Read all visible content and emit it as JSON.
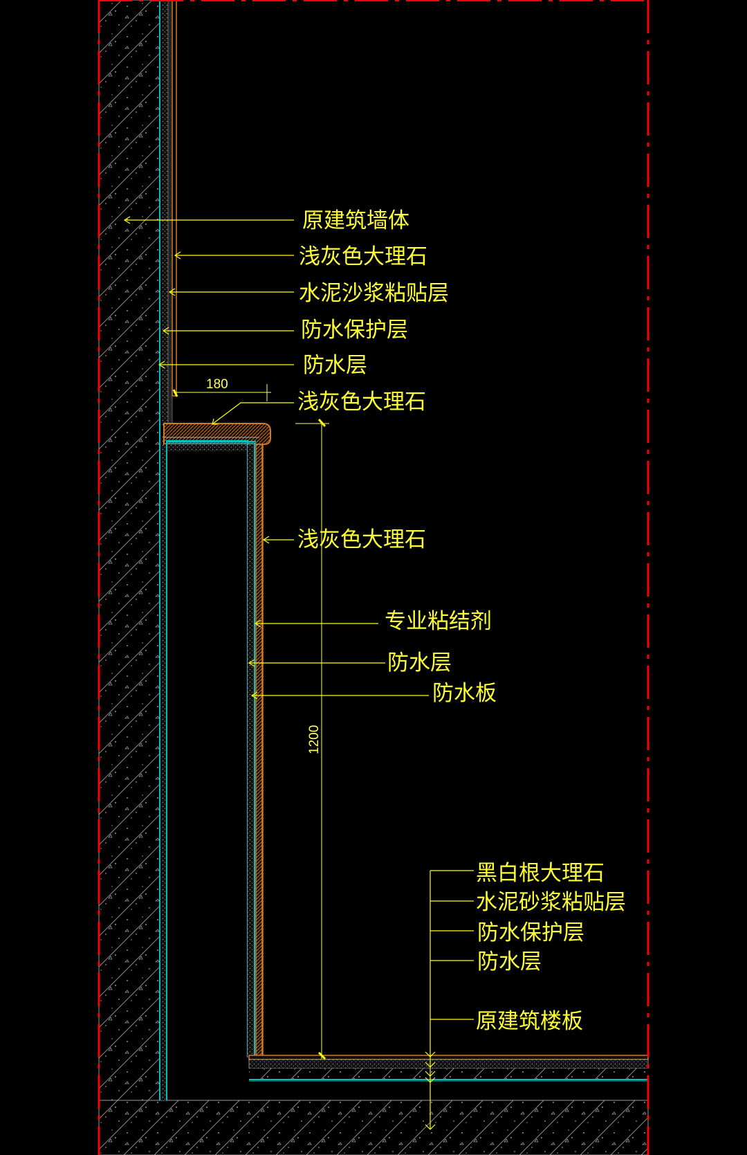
{
  "colors": {
    "background": "#000000",
    "frame": "#ff0000",
    "leader": "#ffff00",
    "text": "#ffff33",
    "waterproof": "#00bfbf",
    "marble": "#d07a2a",
    "concrete": "#9a9a9a"
  },
  "dimensions": {
    "width_label": "180",
    "height_label": "1200"
  },
  "labels": {
    "wall_original": "原建筑墙体",
    "wall_marble": "浅灰色大理石",
    "wall_mortar": "水泥沙浆粘贴层",
    "wall_protect": "防水保护层",
    "wall_waterproof": "防水层",
    "cap_marble": "浅灰色大理石",
    "side_marble": "浅灰色大理石",
    "side_adhesive": "专业粘结剂",
    "side_waterproof": "防水层",
    "side_board": "防水板",
    "floor_marble": "黑白根大理石",
    "floor_mortar": "水泥砂浆粘贴层",
    "floor_protect": "防水保护层",
    "floor_waterproof": "防水层",
    "floor_slab": "原建筑楼板"
  }
}
